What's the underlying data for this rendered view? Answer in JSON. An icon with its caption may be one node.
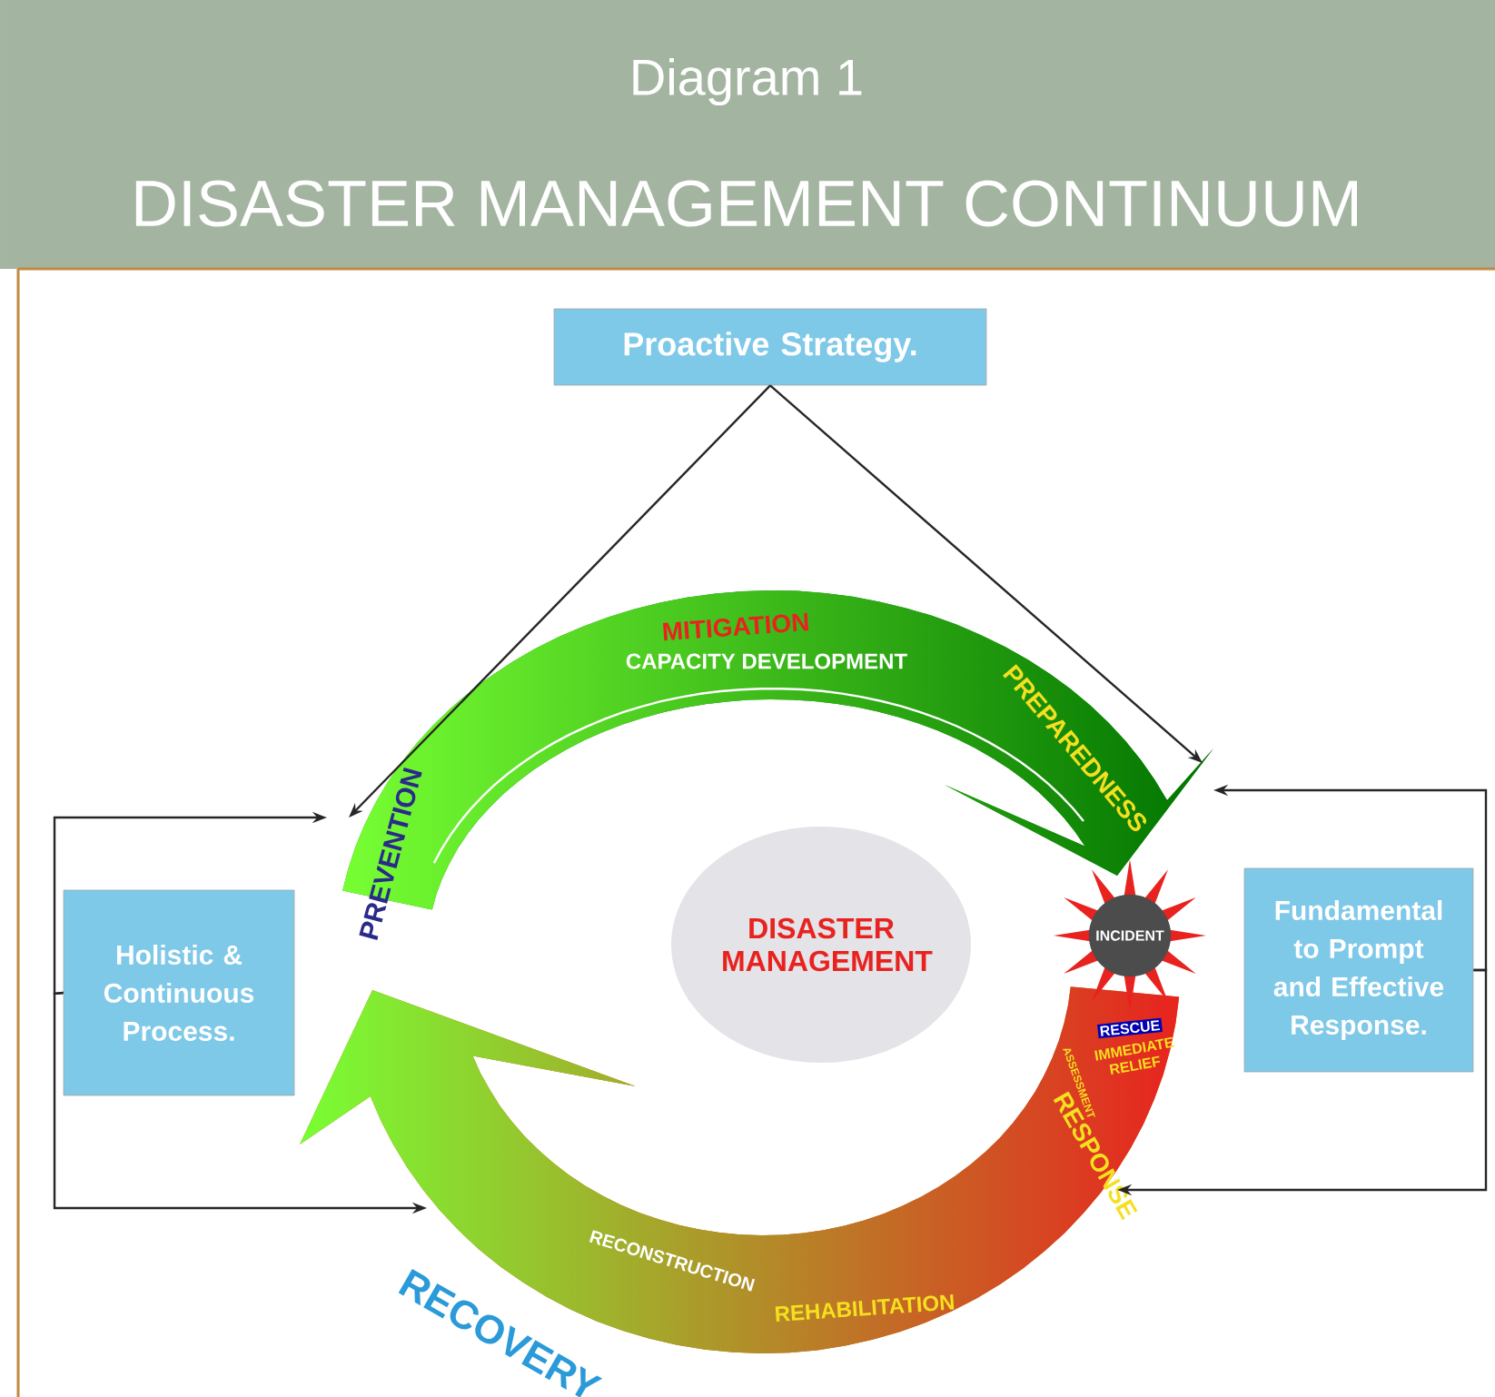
{
  "diagram": {
    "title": "DISASTER MANAGEMENT CONTINUUM",
    "nodes": [
      {
        "text": [
          "Proactive Strategy."
        ]
      },
      {
        "text": [
          "Holistic & Continuous Process."
        ]
      },
      {
        "text": [
          "Fundamental to Prompt and Effective Response."
        ]
      },
      {
        "text": [
          "DISASTER MANAGEMENT"
        ]
      },
      {
        "text": [
          "INCIDENT"
        ]
      },
      {
        "text": [
          "PREVENTION",
          "MITIGATION",
          "CAPACITY DEVELOPMENT",
          "PREPAREDNESS"
        ]
      },
      {
        "text": [
          "RESCUE",
          "IMMEDIATE RELIEF",
          "ASSESSMENT",
          "RESPONSE",
          "REHABILITATION",
          "RECONSTRUCTION"
        ]
      }
    ],
    "edges": [
      {
        "from": 0,
        "to": 5,
        "arrow": "to"
      },
      {
        "from": 0,
        "to": 5,
        "arrow": "to"
      },
      {
        "from": 1,
        "to": 5,
        "arrow": "to"
      },
      {
        "from": 1,
        "to": 6,
        "arrow": "to"
      },
      {
        "from": 2,
        "to": 5,
        "arrow": "to"
      },
      {
        "from": 2,
        "to": 6,
        "arrow": "to"
      }
    ],
    "labels": [
      "Diagram 1",
      "RECOVERY"
    ]
  }
}
